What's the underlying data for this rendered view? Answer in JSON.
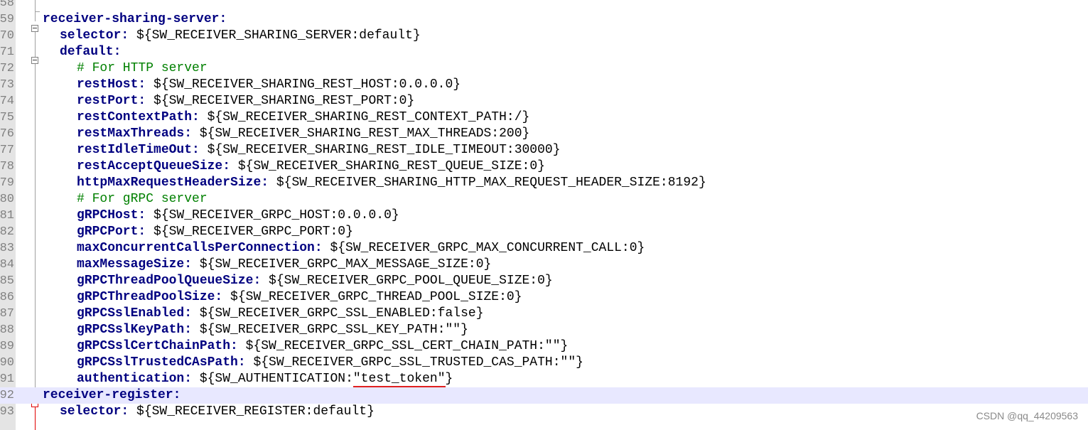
{
  "editor": {
    "lines": [
      {
        "num": "58",
        "parts": []
      },
      {
        "num": "59",
        "indent": 0,
        "parts": [
          {
            "t": "key",
            "s": "receiver-sharing-server:"
          }
        ]
      },
      {
        "num": "70",
        "indent": 1,
        "parts": [
          {
            "t": "key",
            "s": "selector:"
          },
          {
            "t": "val",
            "s": " ${SW_RECEIVER_SHARING_SERVER:default}"
          }
        ]
      },
      {
        "num": "71",
        "indent": 1,
        "parts": [
          {
            "t": "key",
            "s": "default:"
          }
        ]
      },
      {
        "num": "72",
        "indent": 2,
        "parts": [
          {
            "t": "cmt",
            "s": "# For HTTP server"
          }
        ]
      },
      {
        "num": "73",
        "indent": 2,
        "parts": [
          {
            "t": "key",
            "s": "restHost:"
          },
          {
            "t": "val",
            "s": " ${SW_RECEIVER_SHARING_REST_HOST:0.0.0.0}"
          }
        ]
      },
      {
        "num": "74",
        "indent": 2,
        "parts": [
          {
            "t": "key",
            "s": "restPort:"
          },
          {
            "t": "val",
            "s": " ${SW_RECEIVER_SHARING_REST_PORT:0}"
          }
        ]
      },
      {
        "num": "75",
        "indent": 2,
        "parts": [
          {
            "t": "key",
            "s": "restContextPath:"
          },
          {
            "t": "val",
            "s": " ${SW_RECEIVER_SHARING_REST_CONTEXT_PATH:/}"
          }
        ]
      },
      {
        "num": "76",
        "indent": 2,
        "parts": [
          {
            "t": "key",
            "s": "restMaxThreads:"
          },
          {
            "t": "val",
            "s": " ${SW_RECEIVER_SHARING_REST_MAX_THREADS:200}"
          }
        ]
      },
      {
        "num": "77",
        "indent": 2,
        "parts": [
          {
            "t": "key",
            "s": "restIdleTimeOut:"
          },
          {
            "t": "val",
            "s": " ${SW_RECEIVER_SHARING_REST_IDLE_TIMEOUT:30000}"
          }
        ]
      },
      {
        "num": "78",
        "indent": 2,
        "parts": [
          {
            "t": "key",
            "s": "restAcceptQueueSize:"
          },
          {
            "t": "val",
            "s": " ${SW_RECEIVER_SHARING_REST_QUEUE_SIZE:0}"
          }
        ]
      },
      {
        "num": "79",
        "indent": 2,
        "parts": [
          {
            "t": "key",
            "s": "httpMaxRequestHeaderSize:"
          },
          {
            "t": "val",
            "s": " ${SW_RECEIVER_SHARING_HTTP_MAX_REQUEST_HEADER_SIZE:8192}"
          }
        ]
      },
      {
        "num": "80",
        "indent": 2,
        "parts": [
          {
            "t": "cmt",
            "s": "# For gRPC server"
          }
        ]
      },
      {
        "num": "81",
        "indent": 2,
        "parts": [
          {
            "t": "key",
            "s": "gRPCHost:"
          },
          {
            "t": "val",
            "s": " ${SW_RECEIVER_GRPC_HOST:0.0.0.0}"
          }
        ]
      },
      {
        "num": "82",
        "indent": 2,
        "parts": [
          {
            "t": "key",
            "s": "gRPCPort:"
          },
          {
            "t": "val",
            "s": " ${SW_RECEIVER_GRPC_PORT:0}"
          }
        ]
      },
      {
        "num": "83",
        "indent": 2,
        "parts": [
          {
            "t": "key",
            "s": "maxConcurrentCallsPerConnection:"
          },
          {
            "t": "val",
            "s": " ${SW_RECEIVER_GRPC_MAX_CONCURRENT_CALL:0}"
          }
        ]
      },
      {
        "num": "84",
        "indent": 2,
        "parts": [
          {
            "t": "key",
            "s": "maxMessageSize:"
          },
          {
            "t": "val",
            "s": " ${SW_RECEIVER_GRPC_MAX_MESSAGE_SIZE:0}"
          }
        ]
      },
      {
        "num": "85",
        "indent": 2,
        "parts": [
          {
            "t": "key",
            "s": "gRPCThreadPoolQueueSize:"
          },
          {
            "t": "val",
            "s": " ${SW_RECEIVER_GRPC_POOL_QUEUE_SIZE:0}"
          }
        ]
      },
      {
        "num": "86",
        "indent": 2,
        "parts": [
          {
            "t": "key",
            "s": "gRPCThreadPoolSize:"
          },
          {
            "t": "val",
            "s": " ${SW_RECEIVER_GRPC_THREAD_POOL_SIZE:0}"
          }
        ]
      },
      {
        "num": "87",
        "indent": 2,
        "parts": [
          {
            "t": "key",
            "s": "gRPCSslEnabled:"
          },
          {
            "t": "val",
            "s": " ${SW_RECEIVER_GRPC_SSL_ENABLED:false}"
          }
        ]
      },
      {
        "num": "88",
        "indent": 2,
        "parts": [
          {
            "t": "key",
            "s": "gRPCSslKeyPath:"
          },
          {
            "t": "val",
            "s": " ${SW_RECEIVER_GRPC_SSL_KEY_PATH:\"\"}"
          }
        ]
      },
      {
        "num": "89",
        "indent": 2,
        "parts": [
          {
            "t": "key",
            "s": "gRPCSslCertChainPath:"
          },
          {
            "t": "val",
            "s": " ${SW_RECEIVER_GRPC_SSL_CERT_CHAIN_PATH:\"\"}"
          }
        ]
      },
      {
        "num": "90",
        "indent": 2,
        "parts": [
          {
            "t": "key",
            "s": "gRPCSslTrustedCAsPath:"
          },
          {
            "t": "val",
            "s": " ${SW_RECEIVER_GRPC_SSL_TRUSTED_CAS_PATH:\"\"}"
          }
        ]
      },
      {
        "num": "91",
        "indent": 2,
        "parts": [
          {
            "t": "key",
            "s": "authentication:"
          },
          {
            "t": "val",
            "s": " ${SW_AUTHENTICATION:"
          },
          {
            "t": "uline",
            "s": "\"test_token\""
          },
          {
            "t": "val",
            "s": "}"
          }
        ]
      },
      {
        "num": "92",
        "indent": 0,
        "current": true,
        "parts": [
          {
            "t": "key",
            "s": "receiver-register:"
          }
        ]
      },
      {
        "num": "93",
        "indent": 1,
        "parts": [
          {
            "t": "key",
            "s": "selector:"
          },
          {
            "t": "val",
            "s": " ${SW_RECEIVER_REGISTER:default}"
          }
        ]
      }
    ]
  },
  "watermark": "CSDN @qq_44209563",
  "colors": {
    "key": "#000080",
    "comment": "#008000",
    "underline": "#e02020",
    "current_line": "#e8e8ff",
    "gutter": "#e4e4e4"
  }
}
